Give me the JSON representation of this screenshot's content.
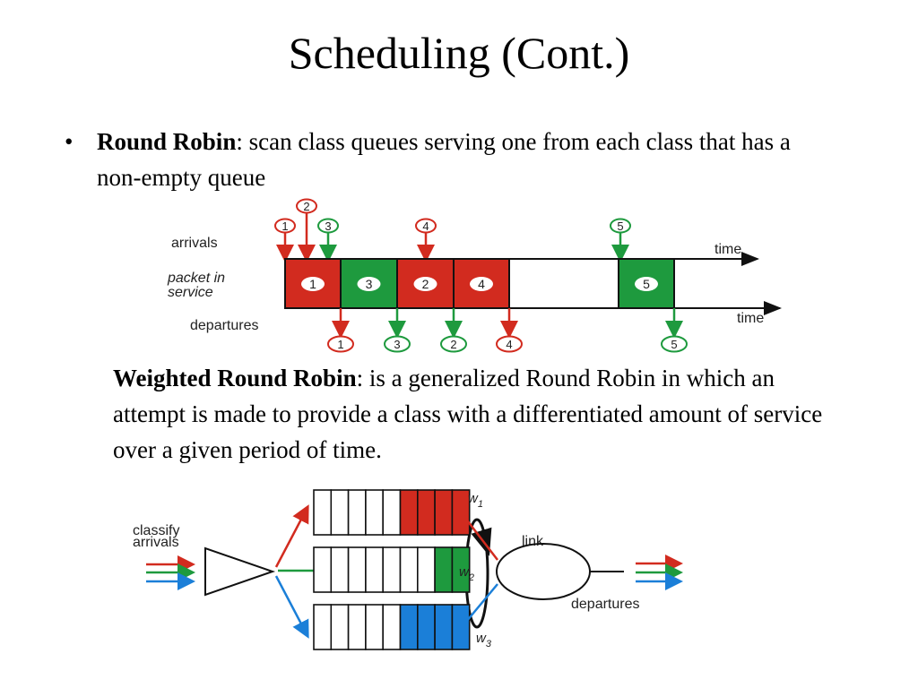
{
  "title": "Scheduling (Cont.)",
  "bullets": [
    {
      "term": "Round Robin",
      "text": ": scan class queues serving one from each class that has a non-empty queue"
    },
    {
      "term": "Weighted Round Robin",
      "text": ": is a generalized Round Robin in which an attempt is made to provide a class with a differentiated amount of service over a given period of time."
    }
  ],
  "timeline": {
    "label_arrivals": "arrivals",
    "label_service_1": "packet in",
    "label_service_2": "service",
    "label_departures": "departures",
    "label_time": "time",
    "arrivals": [
      {
        "num": "1",
        "color": "#d22b1f"
      },
      {
        "num": "2",
        "color": "#d22b1f"
      },
      {
        "num": "3",
        "color": "#1e9a3e"
      },
      {
        "num": "4",
        "color": "#d22b1f"
      },
      {
        "num": "5",
        "color": "#1e9a3e"
      }
    ],
    "service_blocks": [
      {
        "num": "1",
        "color": "#d22b1f"
      },
      {
        "num": "3",
        "color": "#1e9a3e"
      },
      {
        "num": "2",
        "color": "#d22b1f"
      },
      {
        "num": "4",
        "color": "#d22b1f"
      },
      {
        "num": "5",
        "color": "#1e9a3e"
      }
    ],
    "departures": [
      {
        "num": "1",
        "color": "#d22b1f"
      },
      {
        "num": "3",
        "color": "#1e9a3e"
      },
      {
        "num": "2",
        "color": "#1e9a3e"
      },
      {
        "num": "4",
        "color": "#d22b1f"
      },
      {
        "num": "5",
        "color": "#1e9a3e"
      }
    ]
  },
  "wrr": {
    "label_classify_1": "classify",
    "label_classify_2": "arrivals",
    "label_link": "link",
    "label_departures": "departures",
    "w_symbol": "w",
    "weights": [
      "1",
      "2",
      "3"
    ],
    "colors": {
      "red": "#d22b1f",
      "green": "#1e9a3e",
      "blue": "#1b7fd8"
    },
    "queues": [
      {
        "color": "#d22b1f",
        "filled": 4
      },
      {
        "color": "#1e9a3e",
        "filled": 2
      },
      {
        "color": "#1b7fd8",
        "filled": 4
      }
    ]
  }
}
